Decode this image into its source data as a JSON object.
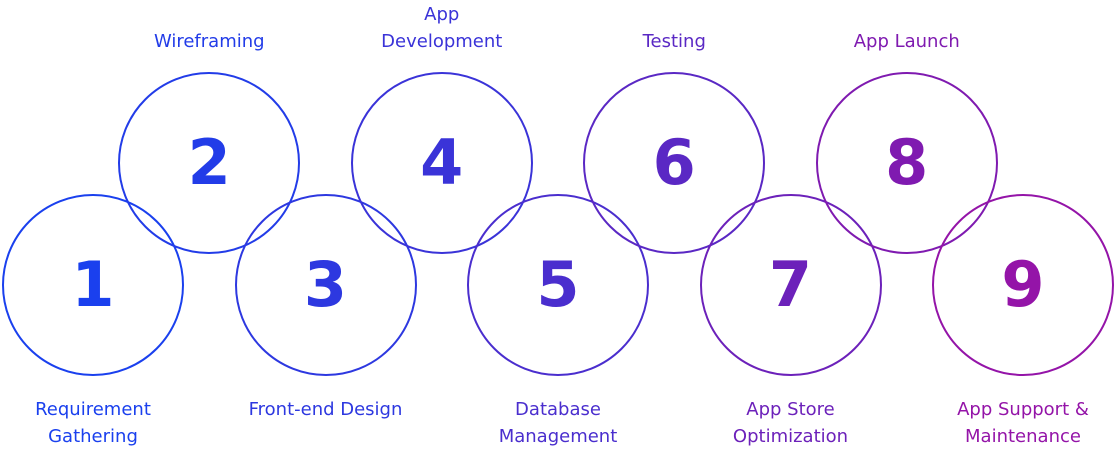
{
  "steps": [
    {
      "number": "1",
      "label": "Requirement Gathering",
      "position": "bottom",
      "color": "#1a40ee"
    },
    {
      "number": "2",
      "label": "Wireframing",
      "position": "top",
      "color": "#223ce8"
    },
    {
      "number": "3",
      "label": "Front-end Design",
      "position": "bottom",
      "color": "#2d38e0"
    },
    {
      "number": "4",
      "label": "App Development",
      "position": "top",
      "color": "#3a33d8"
    },
    {
      "number": "5",
      "label": "Database Management",
      "position": "bottom",
      "color": "#4a2ece"
    },
    {
      "number": "6",
      "label": "Testing",
      "position": "top",
      "color": "#5a28c4"
    },
    {
      "number": "7",
      "label": "App Store Optimization",
      "position": "bottom",
      "color": "#6c21ba"
    },
    {
      "number": "8",
      "label": "App Launch",
      "position": "top",
      "color": "#7f1ab0"
    },
    {
      "number": "9",
      "label": "App Support & Maintenance",
      "position": "bottom",
      "color": "#9414a8"
    }
  ]
}
